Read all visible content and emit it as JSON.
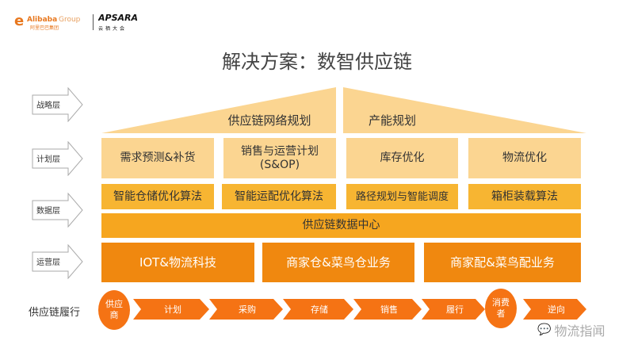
{
  "header": {
    "alibaba_logo": "Alibaba Group 阿里巴巴集团",
    "apsara_logo": "APSARA 云栖大会"
  },
  "title": "解决方案：数智供应链",
  "layers": [
    "战略层",
    "计划层",
    "数据层",
    "运营层"
  ],
  "strategy": {
    "left": "供应链网络规划",
    "right": "产能规划"
  },
  "plan": [
    "需求预测&补货",
    "销售与运营计划\n(S&OP)",
    "库存优化",
    "物流优化"
  ],
  "algorithms": [
    "智能仓储优化算法",
    "智能运配优化算法",
    "路径规划与智能调度",
    "箱柜装载算法"
  ],
  "data_center": "供应链数据中心",
  "operations": [
    "IOT&物流科技",
    "商家仓&菜鸟仓业务",
    "商家配&菜鸟配业务"
  ],
  "flow": {
    "label": "供应链履行",
    "supplier": "供应\n商",
    "steps": [
      "计划",
      "采购",
      "存储",
      "销售",
      "履行"
    ],
    "consumer": "消费\n者",
    "reverse": "逆向"
  },
  "watermark": "物流指闻"
}
